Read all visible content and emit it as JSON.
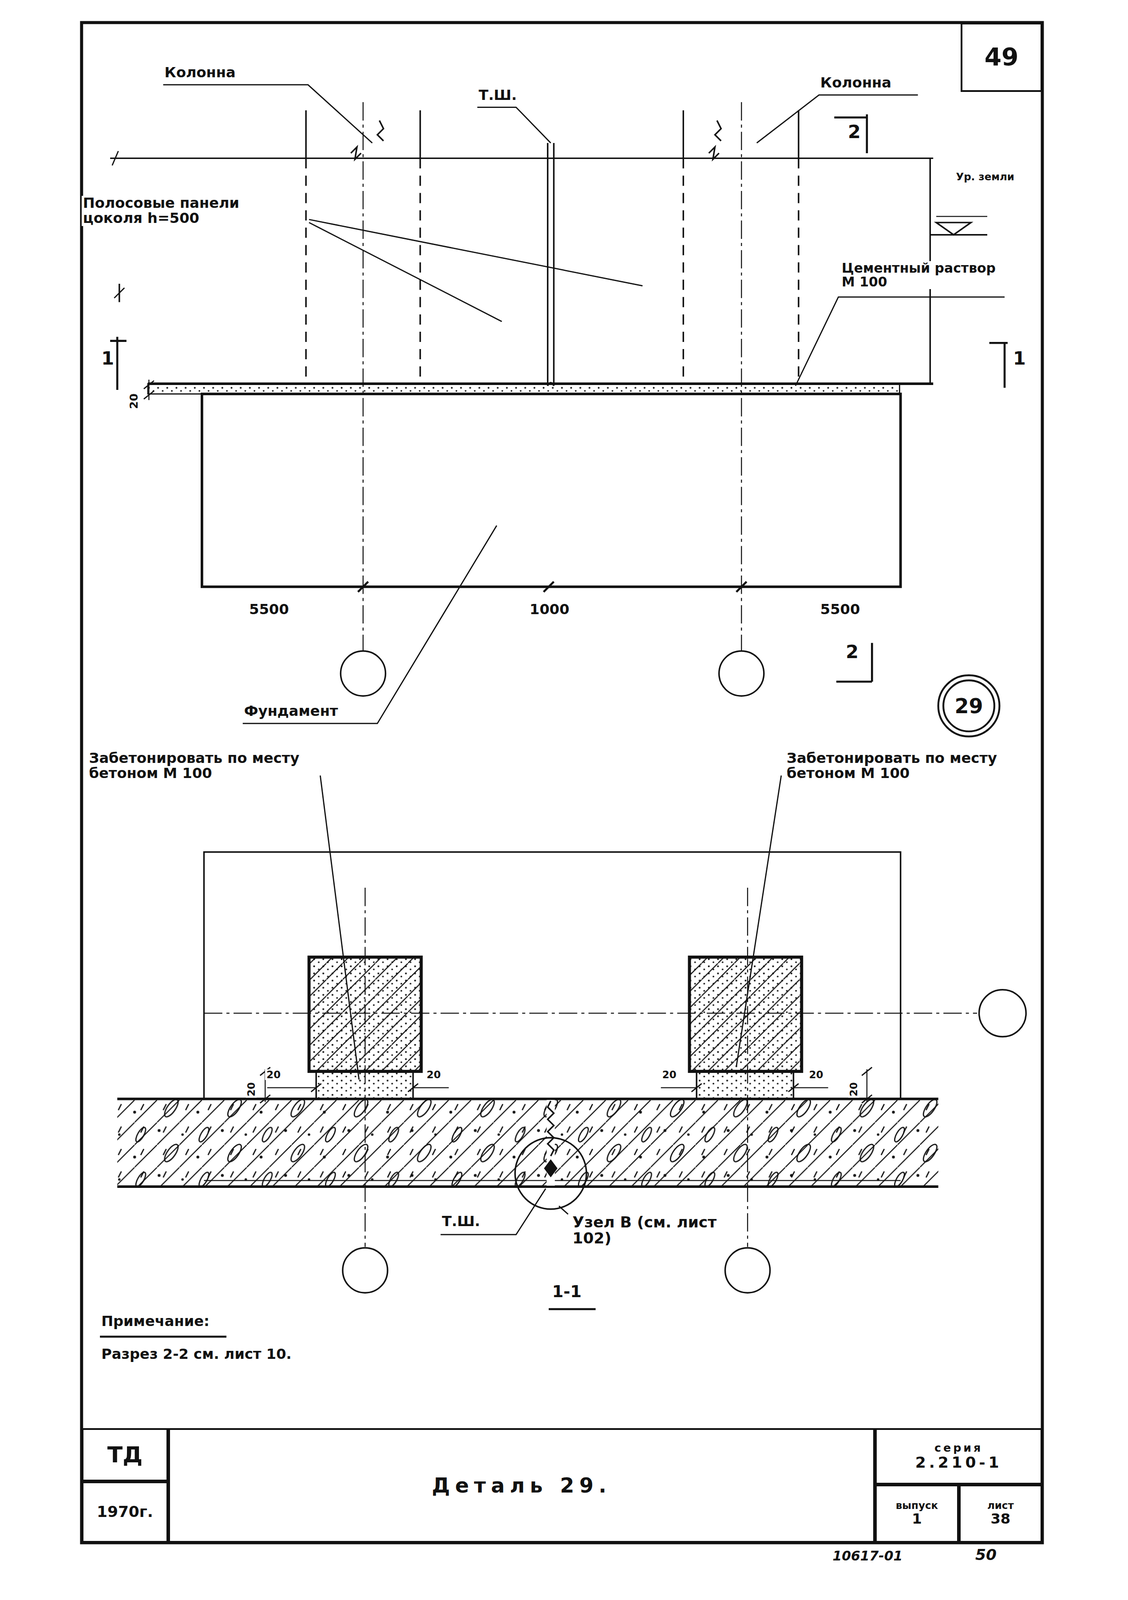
{
  "diagram": {
    "nodes": [
      {
        "text": [
          "49"
        ]
      },
      {
        "text": [
          "29"
        ]
      },
      {
        "text": [
          "ТД"
        ]
      },
      {
        "text": [
          "1970г."
        ]
      },
      {
        "text": [
          "Деталь 29."
        ]
      },
      {
        "text": [
          "серия",
          "2.210-1"
        ]
      },
      {
        "text": [
          "выпуск",
          "1"
        ]
      },
      {
        "text": [
          "лист",
          "38"
        ]
      }
    ],
    "labels": [
      "Колонна",
      "Т.Ш.",
      "Колонна",
      "2",
      "Ур. земли",
      "Полосовые панели цоколя h=500",
      "Цементный раствор М 100",
      "1",
      "1",
      "20",
      "5500",
      "1000",
      "5500",
      "2",
      "Фундамент",
      "Забетонировать по месту бетоном М 100",
      "Забетонировать по месту бетоном М 100",
      "20",
      "20",
      "20",
      "20",
      "20",
      "20",
      "Т.Ш.",
      "Узел В (см. лист 102)",
      "1-1",
      "Примечание:",
      "Разрез 2-2 см. лист 10.",
      "10617-01",
      "50"
    ]
  }
}
